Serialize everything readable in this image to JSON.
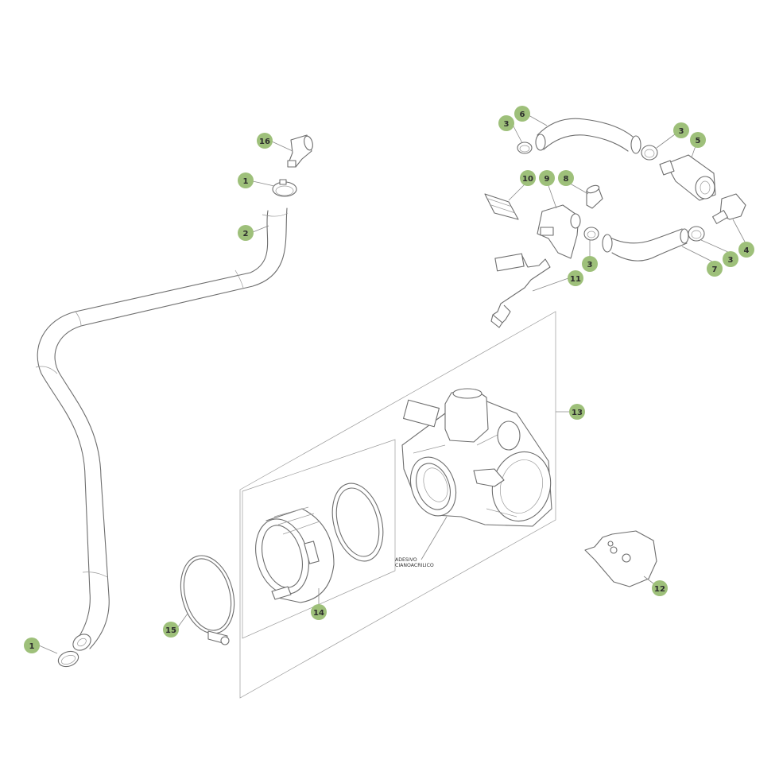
{
  "callout_color": "#9ec07a",
  "line_color": "#6e6e6e",
  "callouts": [
    {
      "label": "1"
    },
    {
      "label": "1"
    },
    {
      "label": "2"
    },
    {
      "label": "3"
    },
    {
      "label": "3"
    },
    {
      "label": "3"
    },
    {
      "label": "3"
    },
    {
      "label": "4"
    },
    {
      "label": "5"
    },
    {
      "label": "6"
    },
    {
      "label": "7"
    },
    {
      "label": "8"
    },
    {
      "label": "9"
    },
    {
      "label": "10"
    },
    {
      "label": "11"
    },
    {
      "label": "12"
    },
    {
      "label": "13"
    },
    {
      "label": "14"
    },
    {
      "label": "15"
    },
    {
      "label": "16"
    }
  ],
  "note": {
    "line1": "ADESIVO",
    "line2": "CIANOACRILICO"
  }
}
